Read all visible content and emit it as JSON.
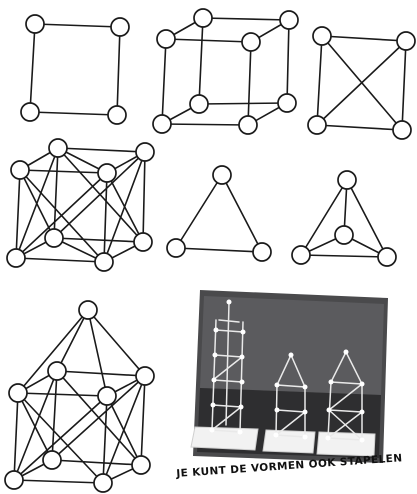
{
  "caption": "JE KUNT DE VORMEN OOK STAPELEN",
  "colors": {
    "line": "#1a1a1a",
    "node_fill": "#ffffff",
    "photo_background": "#4a4a4c",
    "model_sticks": "#e9e9e9"
  },
  "figures": [
    {
      "name": "square",
      "nodes": 4
    },
    {
      "name": "cube",
      "nodes": 8
    },
    {
      "name": "square-with-diagonals",
      "nodes": 4
    },
    {
      "name": "cube-with-diagonals",
      "nodes": 8
    },
    {
      "name": "triangle",
      "nodes": 3
    },
    {
      "name": "tetrahedron",
      "nodes": 4
    },
    {
      "name": "cube-with-pyramid",
      "nodes": 9
    }
  ]
}
